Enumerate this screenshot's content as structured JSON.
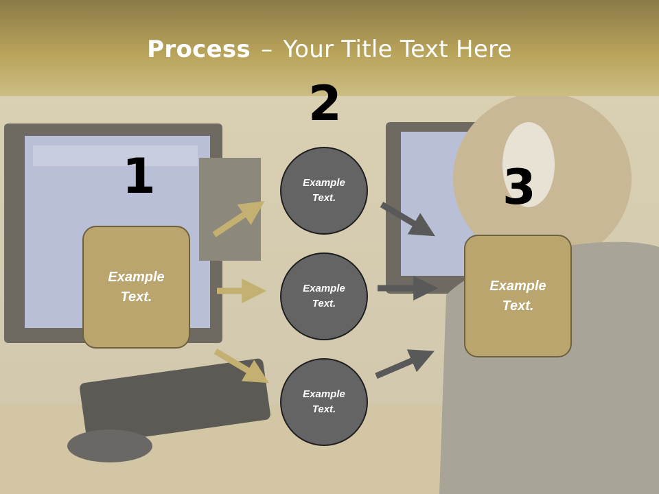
{
  "slide": {
    "title_bold": "Process",
    "title_dash": "–",
    "title_rest": "Your Title Text Here"
  },
  "steps": {
    "step1": {
      "number": "1",
      "text": "Example\nText."
    },
    "step2": {
      "number": "2",
      "circles": [
        {
          "text": "Example\nText."
        },
        {
          "text": "Example\nText."
        },
        {
          "text": "Example\nText."
        }
      ]
    },
    "step3": {
      "number": "3",
      "text": "Example\nText."
    }
  },
  "colors": {
    "box_fill": "#b9a56d",
    "circle_fill": "#646464",
    "gold_arrow": "#c4b070",
    "gray_arrow": "#595959",
    "header_band": "#b8a35a"
  }
}
